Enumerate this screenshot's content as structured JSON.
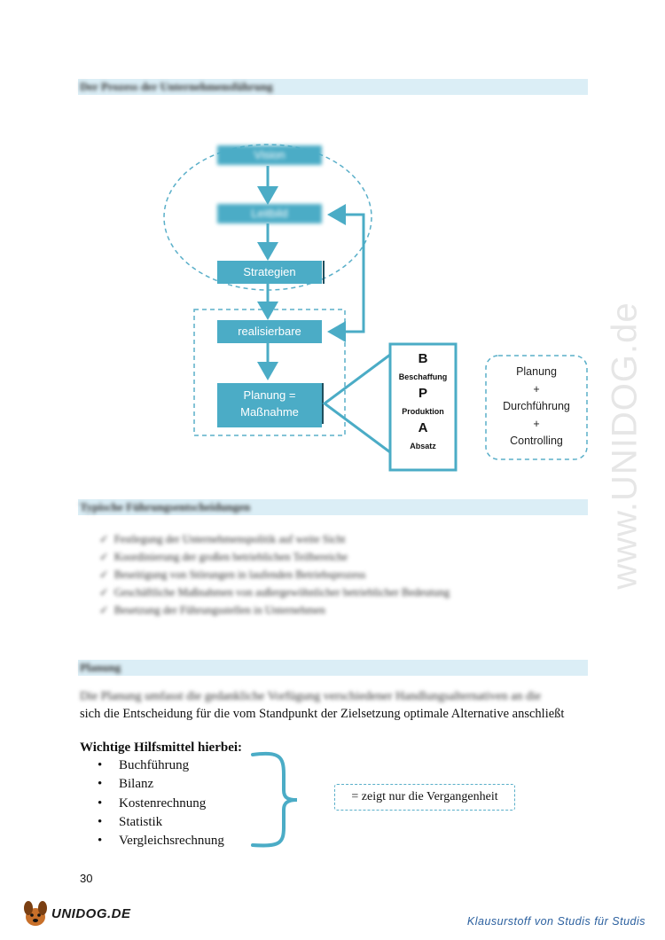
{
  "heading1": "Der Prozess der Unternehmensführung",
  "flow": {
    "vision": "Vision",
    "leitbild": "Leitbild",
    "strategien": "Strategien",
    "realisierbare": "realisierbare",
    "planung_line1": "Planung =",
    "planung_line2": "Maßnahme"
  },
  "bpa": {
    "b": "B",
    "b_label": "Beschaffung",
    "p": "P",
    "p_label": "Produktion",
    "a": "A",
    "a_label": "Absatz"
  },
  "pdc": {
    "l1": "Planung",
    "l2": "+",
    "l3": "Durchführung",
    "l4": "+",
    "l5": "Controlling"
  },
  "heading2": "Typische Führungsentscheidungen",
  "checklist": [
    "Festlegung der Unternehmenspolitik auf weite Sicht",
    "Koordinierung der großen betrieblichen Teilbereiche",
    "Beseitigung von Störungen in laufenden Betriebsprozess",
    "Geschäftliche Maßnahmen von außergewöhnlicher betrieblicher Bedeutung",
    "Besetzung der Führungsstellen in Unternehmen"
  ],
  "heading3": "Planung",
  "para_line1": "Die Planung umfasst die gedankliche Vorfügung verschiedener Handlungsalternativen an die",
  "para_line2": "sich die Entscheidung für die vom Standpunkt der Zielsetzung optimale Alternative anschließt",
  "hilfsmittel_title": "Wichtige Hilfsmittel hierbei:",
  "hilfsmittel": [
    "Buchführung",
    "Bilanz",
    "Kostenrechnung",
    "Statistik",
    "Vergleichsrechnung"
  ],
  "vergangenheit": "= zeigt nur die Vergangenheit",
  "page_number": "30",
  "watermark": "www.UNIDOG.de",
  "footer_logo": "UNIDOG.DE",
  "footer_tagline": "Klausurstoff von Studis für Studis",
  "colors": {
    "accent": "#4bacc6",
    "section_bg": "#dbeef6",
    "dash": "#5aafc9"
  }
}
